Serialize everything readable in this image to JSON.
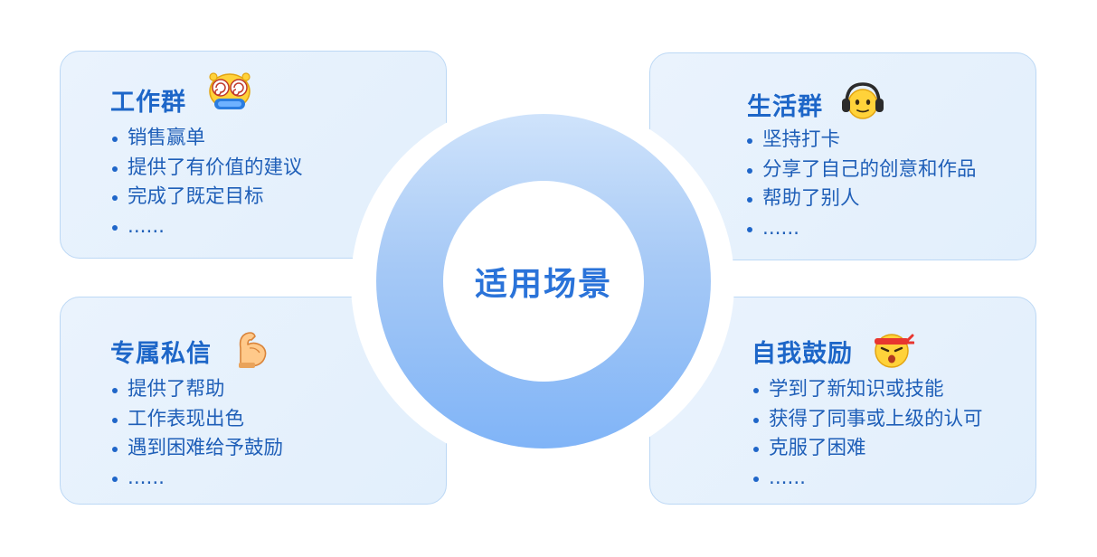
{
  "center": {
    "label": "适用场景"
  },
  "cards": [
    {
      "title": "工作群",
      "icon": "dizzy-eyes-face-icon",
      "items": [
        "销售赢单",
        "提供了有价值的建议",
        "完成了既定目标",
        "......"
      ]
    },
    {
      "title": "生活群",
      "icon": "headphones-face-icon",
      "items": [
        "坚持打卡",
        "分享了自己的创意和作品",
        "帮助了别人",
        "......"
      ]
    },
    {
      "title": "专属私信",
      "icon": "flexed-biceps-icon",
      "items": [
        "提供了帮助",
        "工作表现出色",
        "遇到困难给予鼓励",
        "......"
      ]
    },
    {
      "title": "自我鼓励",
      "icon": "headband-determined-face-icon",
      "items": [
        "学到了新知识或技能",
        "获得了同事或上级的认可",
        "克服了困难",
        "......"
      ]
    }
  ],
  "colors": {
    "accent": "#1d66c8",
    "card_bg": "#e6f1fd",
    "card_border": "#bcd8f5",
    "ring_top": "#cfe3fb",
    "ring_bottom": "#80b4f7"
  }
}
